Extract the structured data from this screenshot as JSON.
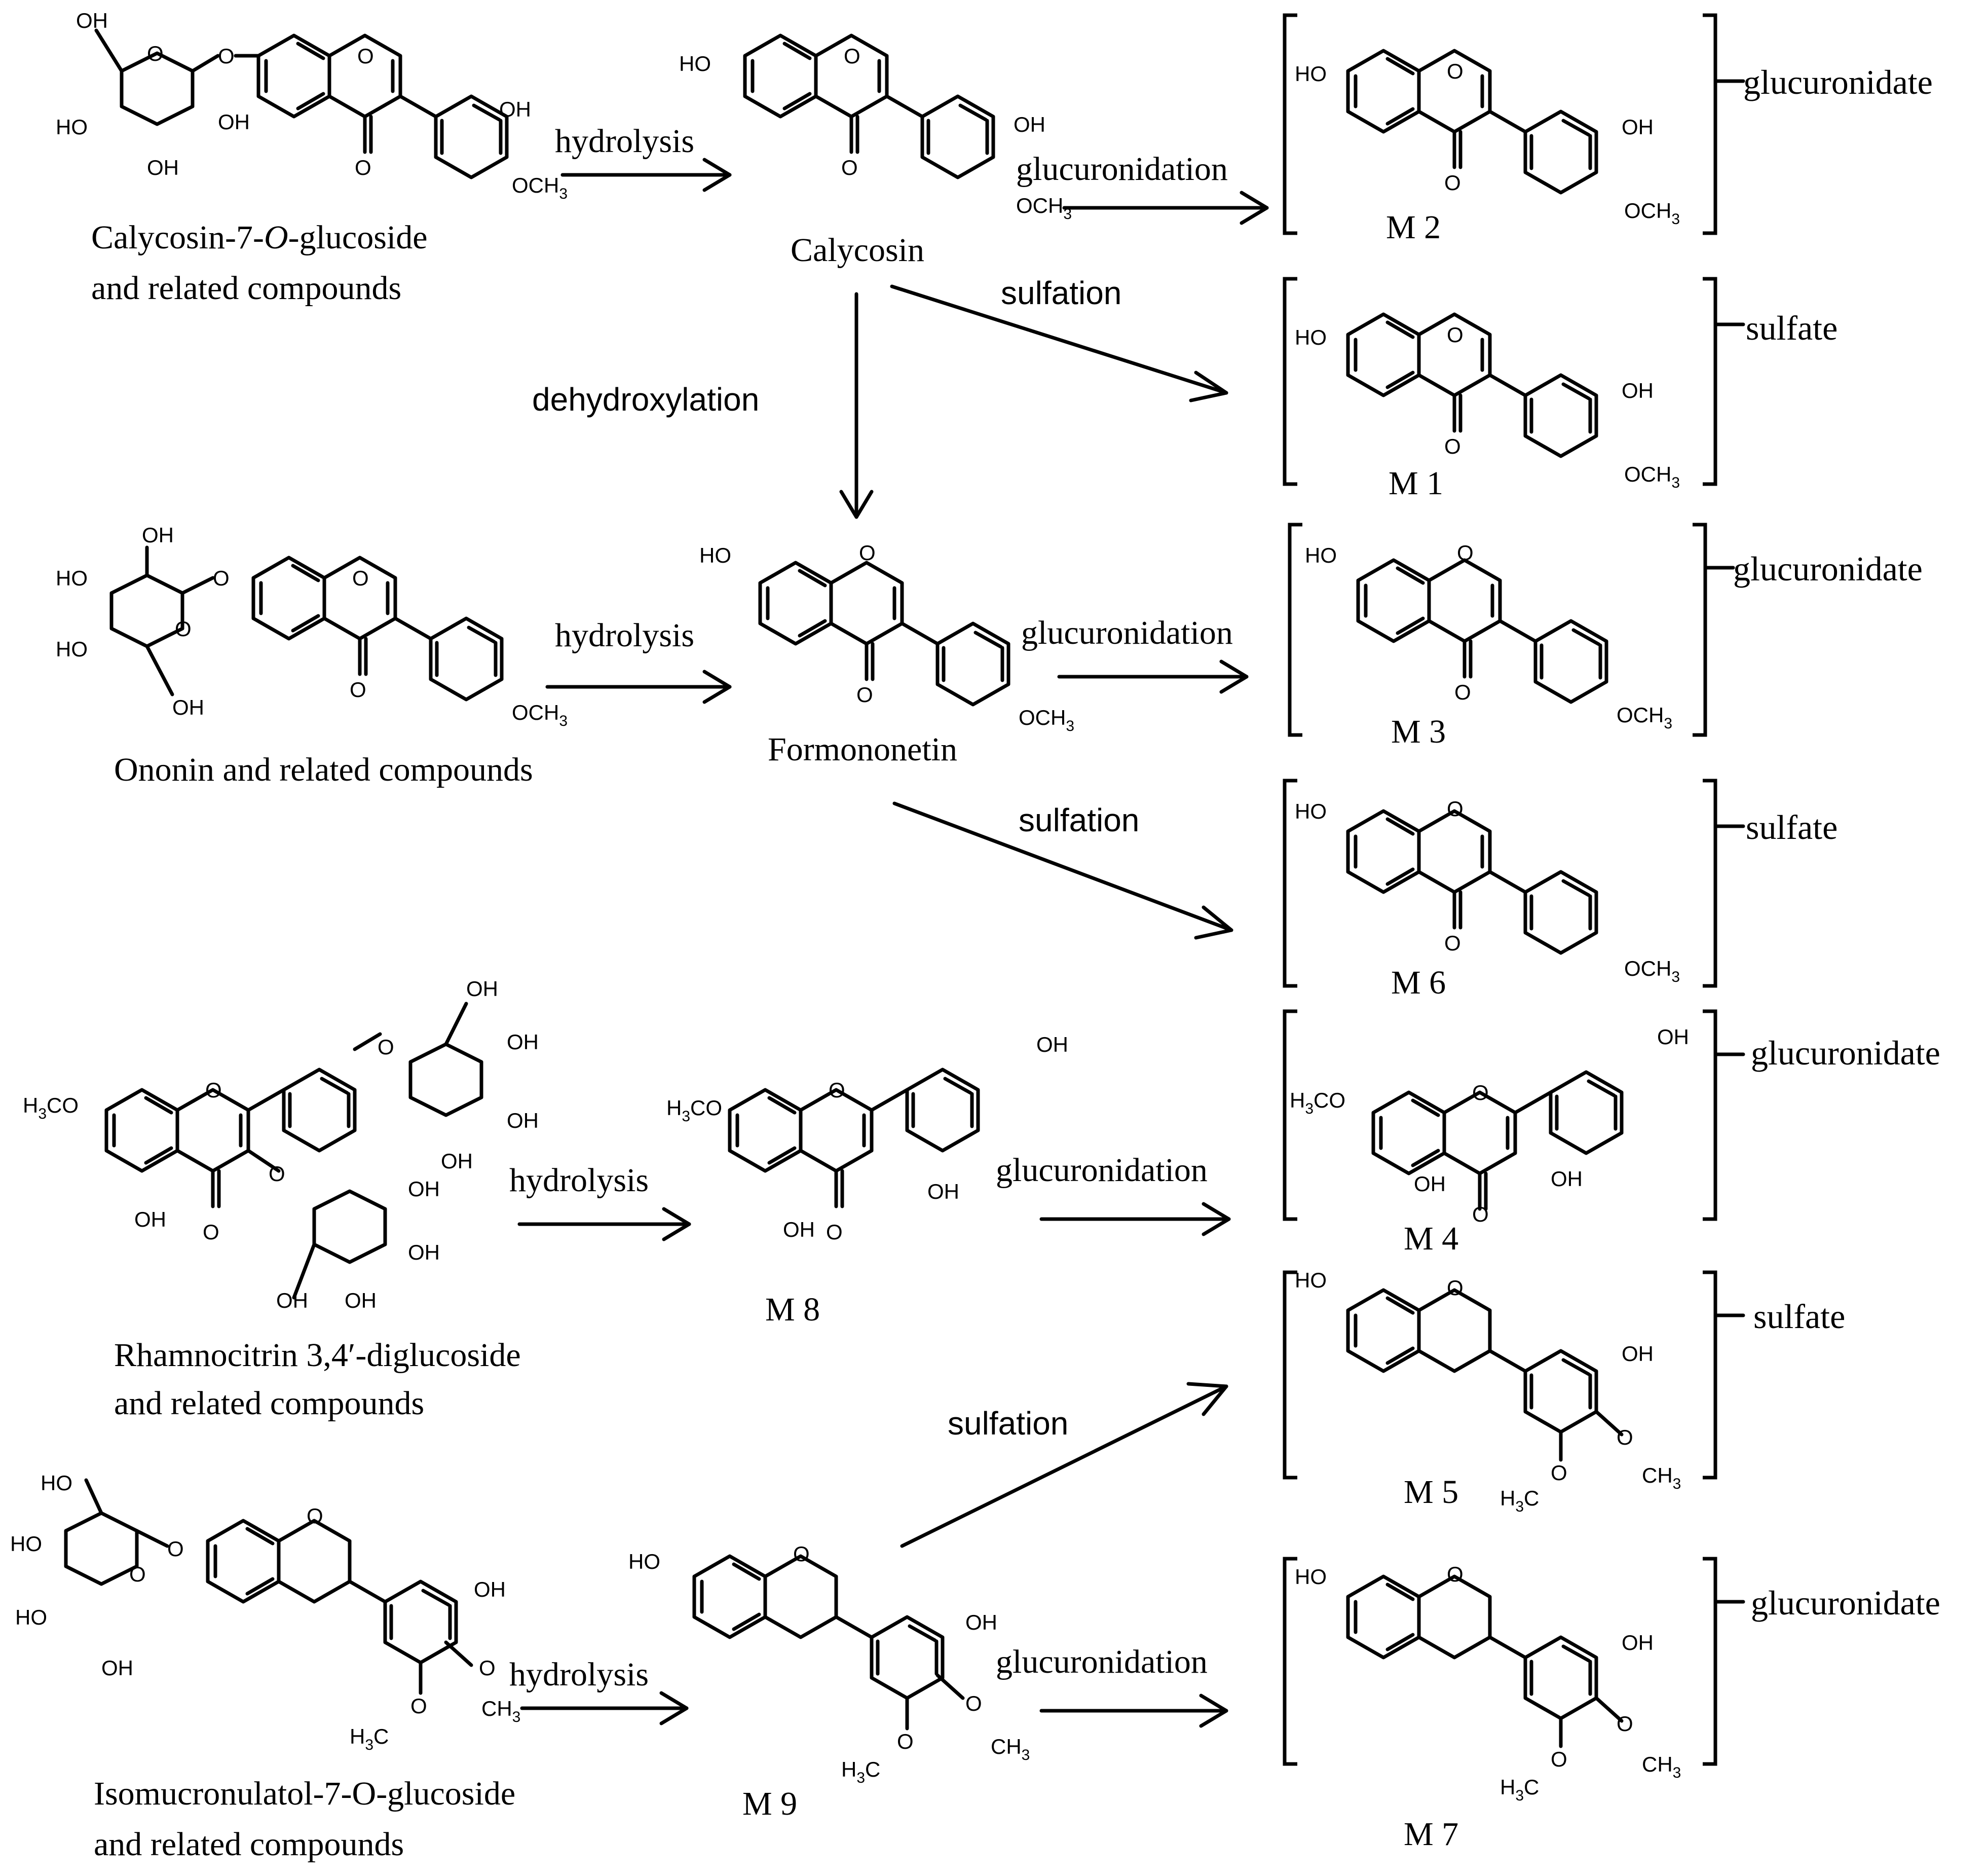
{
  "compounds": {
    "calycosin_glucoside": [
      "Calycosin-7-",
      "O",
      "-glucoside",
      "and  related compounds"
    ],
    "ononin": "Ononin and related compounds",
    "rhamnocitrin": [
      "Rhamnocitrin 3,4′-diglucoside",
      "and  related compounds"
    ],
    "isomucronulatol": [
      "Isomucronulatol-7-O-glucoside",
      "and related compounds"
    ],
    "calycosin": "Calycosin",
    "formononetin": "Formononetin",
    "m8": "M 8",
    "m9": "M 9"
  },
  "metabolites": [
    {
      "id": "M 2",
      "conjugate": "glucuronidate"
    },
    {
      "id": "M 1",
      "conjugate": "sulfate"
    },
    {
      "id": "M 3",
      "conjugate": "glucuronidate"
    },
    {
      "id": "M 6",
      "conjugate": "sulfate"
    },
    {
      "id": "M 4",
      "conjugate": "glucuronidate"
    },
    {
      "id": "M 5",
      "conjugate": "sulfate"
    },
    {
      "id": "M 7",
      "conjugate": "glucuronidate"
    }
  ],
  "reactions": {
    "hydrolysis": "hydrolysis",
    "glucuronidation": "glucuronidation",
    "sulfation": "sulfation",
    "dehydroxylation": "dehydroxylation"
  },
  "atoms": {
    "OH": "OH",
    "HO": "HO",
    "O": "O",
    "OCH": "OCH",
    "sub3": "3",
    "H": "H",
    "C": "C",
    "CO": "CO",
    "CH": "CH"
  },
  "colors": {
    "ink": "#000000",
    "background": "#ffffff"
  }
}
